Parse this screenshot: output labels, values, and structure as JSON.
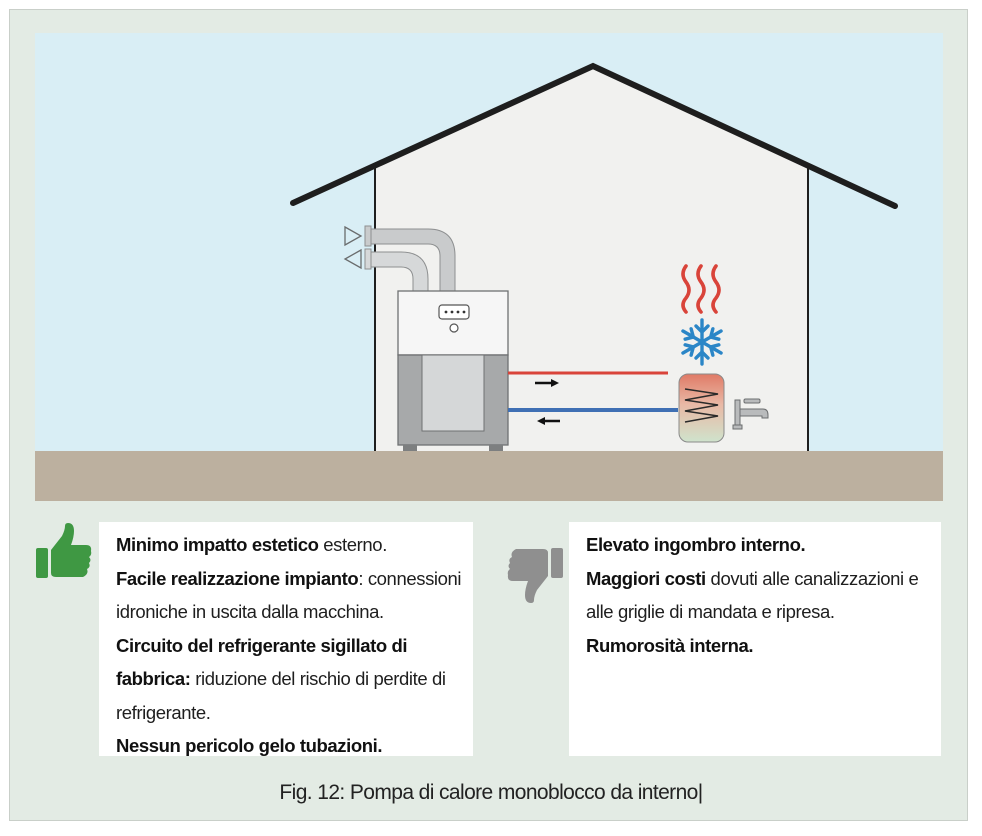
{
  "colors": {
    "frame_bg": "#e3ebe4",
    "sky": "#d9eef5",
    "ground": "#bcb09f",
    "house_wall": "#f1f1ef",
    "roof": "#1e1e1e",
    "hot_pipe": "#d9443a",
    "cold_pipe": "#3f70b4",
    "thumb_up": "#3f9843",
    "thumb_down": "#8f8f8f"
  },
  "icons": {
    "pros": "thumbs-up-icon",
    "cons": "thumbs-down-icon",
    "heating": "heat-waves-icon",
    "cooling": "snowflake-icon",
    "tap": "faucet-icon",
    "tank": "water-tank-icon",
    "air_in": "triangle-right-icon",
    "air_out": "triangle-left-icon"
  },
  "pros": {
    "items": [
      {
        "bold": "Minimo impatto estetico",
        "text": " esterno."
      },
      {
        "bold": "Facile realizzazione impianto",
        "text": ": connessioni idroniche in uscita dalla macchina."
      },
      {
        "bold": "Circuito del refrigerante sigillato di fabbrica:",
        "text": " riduzione del rischio di perdite di refrigerante."
      },
      {
        "bold": "Nessun pericolo gelo tubazioni.",
        "text": ""
      }
    ]
  },
  "cons": {
    "items": [
      {
        "bold": "Elevato ingombro interno.",
        "text": ""
      },
      {
        "bold": "Maggiori costi",
        "text": " dovuti alle canalizzazioni e alle griglie di mandata e ripresa."
      },
      {
        "bold": "Rumorosità interna.",
        "text": ""
      }
    ]
  },
  "caption": {
    "text": "Fig. 12: Pompa di calore monoblocco da interno",
    "cursor": "|"
  }
}
